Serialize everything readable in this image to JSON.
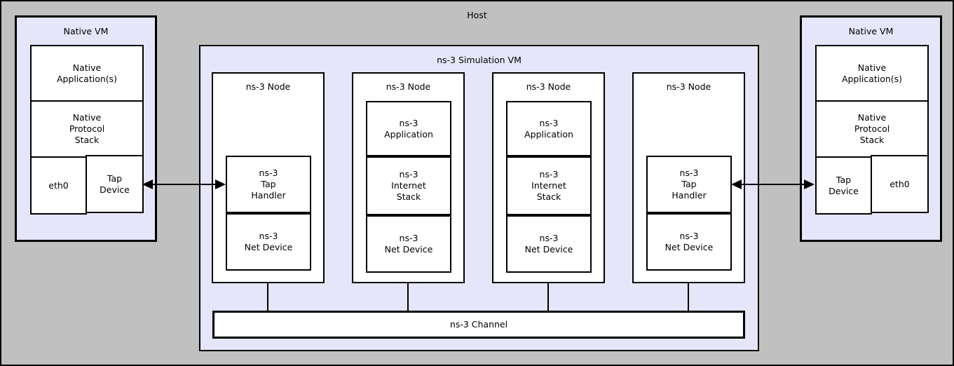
{
  "host": {
    "label": "Host"
  },
  "colors": {
    "host_bg": "#c0c0c0",
    "vm_bg": "#e6e6fa",
    "box_bg": "#ffffff",
    "line": "#000000"
  },
  "native_vm_left": {
    "title": "Native VM",
    "application": "Native\nApplication(s)",
    "protocol_stack": "Native\nProtocol\nStack",
    "eth0": "eth0",
    "tap_device": "Tap\nDevice"
  },
  "native_vm_right": {
    "title": "Native VM",
    "application": "Native\nApplication(s)",
    "protocol_stack": "Native\nProtocol\nStack",
    "tap_device": "Tap\nDevice",
    "eth0": "eth0"
  },
  "simulation_vm": {
    "title": "ns-3 Simulation VM",
    "channel": "ns-3 Channel",
    "nodes": [
      {
        "title": "ns-3 Node",
        "type": "tap",
        "tap_handler": "ns-3\nTap\nHandler",
        "net_device": "ns-3\nNet Device"
      },
      {
        "title": "ns-3 Node",
        "type": "app",
        "application": "ns-3\nApplication",
        "internet_stack": "ns-3\nInternet\nStack",
        "net_device": "ns-3\nNet Device"
      },
      {
        "title": "ns-3 Node",
        "type": "app",
        "application": "ns-3\nApplication",
        "internet_stack": "ns-3\nInternet\nStack",
        "net_device": "ns-3\nNet Device"
      },
      {
        "title": "ns-3 Node",
        "type": "tap",
        "tap_handler": "ns-3\nTap\nHandler",
        "net_device": "ns-3\nNet Device"
      }
    ]
  }
}
